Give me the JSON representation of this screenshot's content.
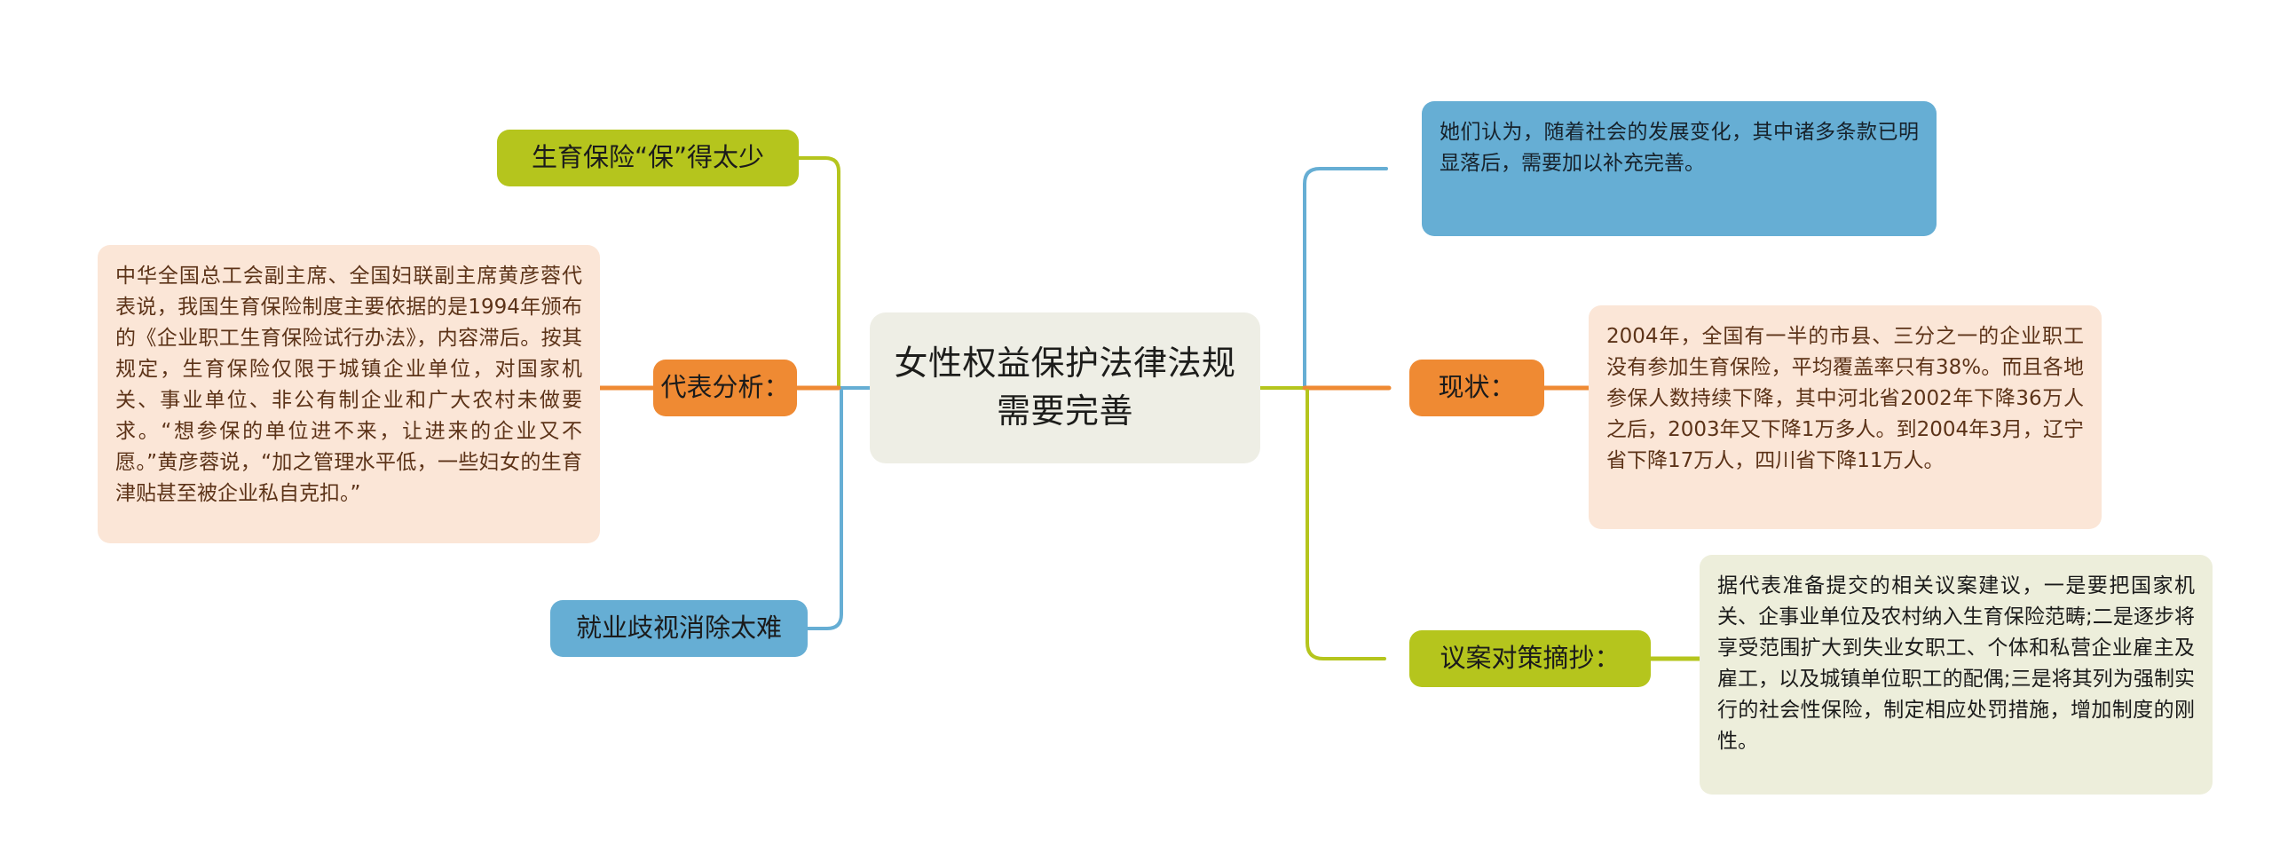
{
  "diagram": {
    "type": "mindmap",
    "title": "女性权益保护法律法规需要完善",
    "background_color": "#ffffff",
    "palette": {
      "green": "#b5c51d",
      "orange": "#ef8a33",
      "blue": "#66aed4",
      "central_fill": "#eeeee5",
      "peach_fill": "#fbe6d7",
      "cream_fill": "#edeedb"
    }
  },
  "central": {
    "label": "女性权益保护法律法规需要完善"
  },
  "left_branches": [
    {
      "id": "topic-birth-insurance",
      "label": "生育保险“保”得太少",
      "color": "#b5c51d"
    },
    {
      "id": "topic-delegate-analysis",
      "label": "代表分析：",
      "color": "#ef8a33"
    },
    {
      "id": "topic-employment-discrimination",
      "label": "就业歧视消除太难",
      "color": "#66aed4"
    }
  ],
  "right_branches": [
    {
      "id": "topic-current-status",
      "label": "现状：",
      "color": "#ef8a33"
    },
    {
      "id": "topic-proposal-excerpt",
      "label": "议案对策摘抄：",
      "color": "#b5c51d"
    }
  ],
  "notes": {
    "delegate_analysis": "中华全国总工会副主席、全国妇联副主席黄彦蓉代表说，我国生育保险制度主要依据的是1994年颁布的《企业职工生育保险试行办法》，内容滞后。按其规定，生育保险仅限于城镇企业单位，对国家机关、事业单位、非公有制企业和广大农村未做要求。“想参保的单位进不来，让进来的企业又不愿。”黄彦蓉说，“加之管理水平低，一些妇女的生育津贴甚至被企业私自克扣。”",
    "opinion_top_right": "她们认为，随着社会的发展变化，其中诸多条款已明显落后，需要加以补充完善。",
    "current_status": "2004年，全国有一半的市县、三分之一的企业职工没有参加生育保险，平均覆盖率只有38%。而且各地参保人数持续下降，其中河北省2002年下降36万人之后，2003年又下降1万多人。到2004年3月，辽宁省下降17万人，四川省下降11万人。",
    "proposal_excerpt": "据代表准备提交的相关议案建议，一是要把国家机关、企事业单位及农村纳入生育保险范畴;二是逐步将享受范围扩大到失业女职工、个体和私营企业雇主及雇工，以及城镇单位职工的配偶;三是将其列为强制实行的社会性保险，制定相应处罚措施，增加制度的刚性。"
  }
}
